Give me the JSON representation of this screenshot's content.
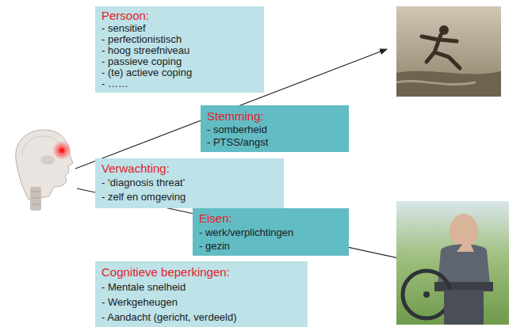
{
  "diagram": {
    "nodes": [
      {
        "text": [
          "Persoon:",
          "- sensitief",
          "- perfectionistisch",
          "- hoog streefniveau",
          "- passieve coping",
          "- (te) actieve coping",
          "- ……"
        ]
      },
      {
        "text": [
          "Stemming:",
          "- somberheid",
          "- PTSS/angst"
        ]
      },
      {
        "text": [
          "Verwachting:",
          "- ‘diagnosis threat’",
          "- zelf en omgeving"
        ]
      },
      {
        "text": [
          "Eisen:",
          "- werk/verplichtingen",
          "- gezin"
        ]
      },
      {
        "text": [
          "Cognitieve beperkingen:",
          "- Mentale snelheid",
          "- Werkgeheugen",
          "- Aandacht (gericht, verdeeld)"
        ]
      }
    ]
  }
}
